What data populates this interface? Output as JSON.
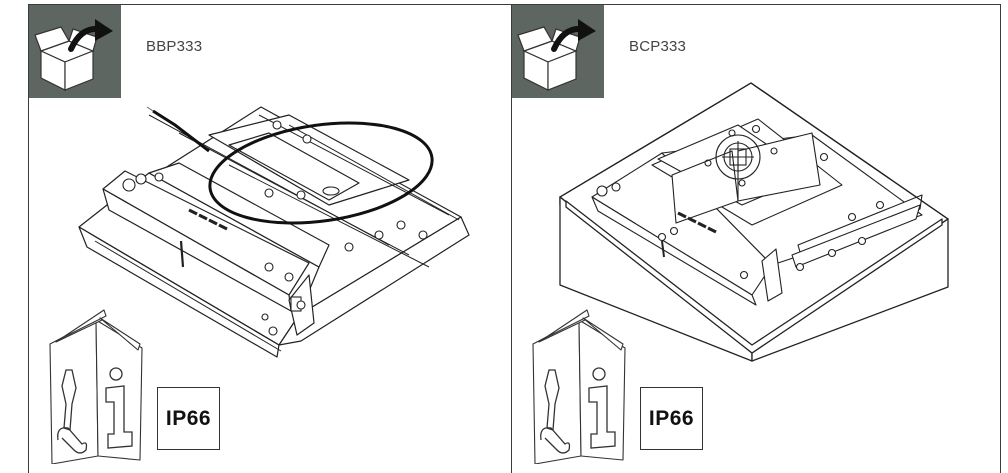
{
  "panels": [
    {
      "code": "BBP333",
      "rating": "IP66",
      "illustration": "open-box-icon"
    },
    {
      "code": "BCP333",
      "rating": "IP66",
      "illustration": "open-box-icon"
    }
  ],
  "colors": {
    "badge": "#5d6661",
    "line": "#222222"
  }
}
